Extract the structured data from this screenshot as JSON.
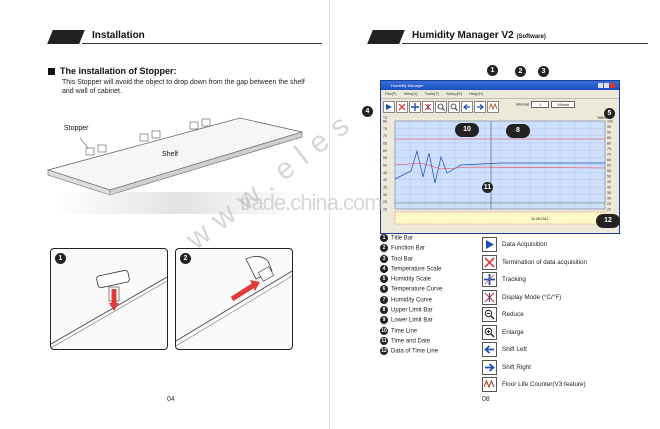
{
  "left_page": {
    "header": "Installation",
    "section_title": "The installation of Stopper:",
    "description": "This Stopper will avoid the object to drop down from the gap between the shelf and wall of cabinet.",
    "label_stopper": "Stopper",
    "label_shelf": "Shelf",
    "step1": "1",
    "step2": "2",
    "page_number": "04"
  },
  "right_page": {
    "header": "Humidity Manager V2",
    "header_sub": "(Software)",
    "page_number": "08",
    "window": {
      "title": "Humidity Manager",
      "menu": [
        "File(F)",
        "View(V)",
        "Tools(T)",
        "Setup(S)",
        "Help(H)"
      ],
      "interval_label": "Interval",
      "interval_value": "1",
      "interval_unit": "Minute",
      "humidity_unit": "%RH",
      "temp_unit": "°C",
      "temp_scale": [
        "80",
        "75",
        "70",
        "65",
        "60",
        "55",
        "50",
        "45",
        "40",
        "35",
        "30",
        "25",
        "20"
      ],
      "humidity_scale": [
        "100",
        "95",
        "90",
        "85",
        "80",
        "75",
        "70",
        "65",
        "60",
        "55",
        "50",
        "45",
        "40",
        "35",
        "30",
        "25",
        "20"
      ],
      "datetime": "11:08:2011"
    },
    "callouts": [
      "1",
      "2",
      "3",
      "4",
      "5",
      "8",
      "10",
      "11",
      "12"
    ],
    "legend": [
      {
        "num": "1",
        "label": "Title Bar"
      },
      {
        "num": "2",
        "label": "Function Bar"
      },
      {
        "num": "3",
        "label": "Tool Bar"
      },
      {
        "num": "4",
        "label": "Temperature Scale"
      },
      {
        "num": "5",
        "label": "Humidity Scale"
      },
      {
        "num": "6",
        "label": "Temperature Curve"
      },
      {
        "num": "7",
        "label": "Humidity Curve"
      },
      {
        "num": "8",
        "label": "Upper Limit Bar"
      },
      {
        "num": "9",
        "label": "Lower Limit Bar"
      },
      {
        "num": "10",
        "label": "Time Line"
      },
      {
        "num": "11",
        "label": "Time and Date"
      },
      {
        "num": "12",
        "label": "Data of Time Line"
      }
    ],
    "tools": [
      {
        "icon": "play-icon",
        "label": "Data Acquisition"
      },
      {
        "icon": "cross-icon",
        "label": "Termination of data acquisition"
      },
      {
        "icon": "tracking-icon",
        "label": "Tracking"
      },
      {
        "icon": "display-mode-icon",
        "label": "Display Mode (°C/°F)"
      },
      {
        "icon": "zoom-out-icon",
        "label": "Reduce"
      },
      {
        "icon": "zoom-in-icon",
        "label": "Enlarge"
      },
      {
        "icon": "arrow-left-icon",
        "label": "Shift Left"
      },
      {
        "icon": "arrow-right-icon",
        "label": "Shift Right"
      },
      {
        "icon": "wave-icon",
        "label": "Floor Life Counter(V3 feature)"
      }
    ]
  },
  "watermarks": [
    "trade.china.com",
    "www.eles"
  ],
  "colors": {
    "accent_blue": "#1f4fb4",
    "limit_red": "#e03a3a",
    "plot_bg": "#cfe0ff",
    "grid": "#9fb6e6"
  }
}
